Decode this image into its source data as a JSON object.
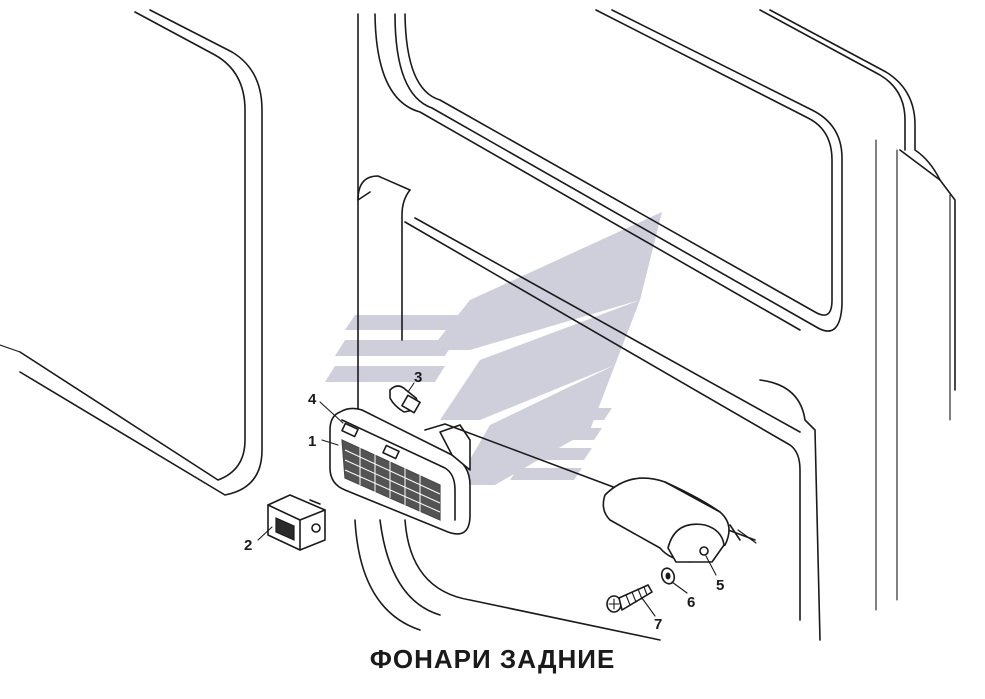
{
  "title": "ФОНАРИ ЗАДНИЕ",
  "callouts": [
    "1",
    "2",
    "3",
    "4",
    "5",
    "6",
    "7"
  ],
  "colors": {
    "line": "#1a1a1a",
    "watermark": "#c7c7d6",
    "background": "#ffffff"
  },
  "icons": {
    "watermark": "chevron-stripes-logo-watermark"
  }
}
